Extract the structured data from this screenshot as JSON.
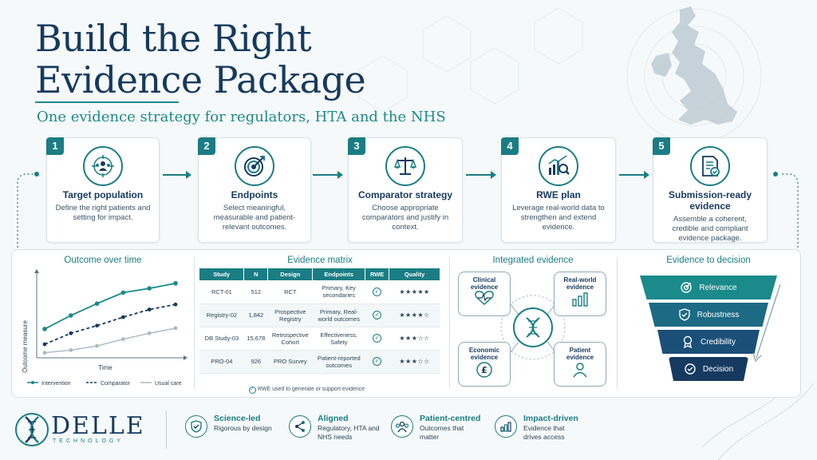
{
  "header": {
    "title_line1": "Build the Right",
    "title_line2": "Evidence Package",
    "subtitle": "One evidence strategy for regulators, HTA and the NHS"
  },
  "steps": [
    {
      "num": "1",
      "title": "Target population",
      "desc": "Define the right patients and setting for impact.",
      "icon": "target-people-icon"
    },
    {
      "num": "2",
      "title": "Endpoints",
      "desc": "Select meaningful, measurable and patient-relevant outcomes.",
      "icon": "target-arrow-icon"
    },
    {
      "num": "3",
      "title": "Comparator strategy",
      "desc": "Choose appropriate comparators and justify in context.",
      "icon": "scales-icon"
    },
    {
      "num": "4",
      "title": "RWE plan",
      "desc": "Leverage real-world data to strengthen and extend evidence.",
      "icon": "chart-magnifier-icon"
    },
    {
      "num": "5",
      "title": "Submission-ready evidence",
      "desc": "Assemble a coherent, credible and compliant evidence package.",
      "icon": "document-check-icon"
    }
  ],
  "outcome_chart": {
    "title": "Outcome over time",
    "ylabel": "Outcome measure",
    "xlabel": "Time",
    "legend": [
      "Intervention",
      "Comparator",
      "Usual care"
    ],
    "colors": [
      "#1a8a8a",
      "#163a5f",
      "#a8b9c4"
    ]
  },
  "chart_data": {
    "type": "line",
    "title": "Outcome over time",
    "xlabel": "Time",
    "ylabel": "Outcome measure",
    "x": [
      1,
      2,
      3,
      4,
      5,
      6
    ],
    "series": [
      {
        "name": "Intervention",
        "values": [
          0.34,
          0.5,
          0.64,
          0.77,
          0.82,
          0.88
        ]
      },
      {
        "name": "Comparator",
        "values": [
          0.16,
          0.29,
          0.38,
          0.48,
          0.57,
          0.63
        ]
      },
      {
        "name": "Usual care",
        "values": [
          0.06,
          0.09,
          0.14,
          0.22,
          0.29,
          0.35
        ]
      }
    ],
    "ylim": [
      0,
      1
    ]
  },
  "matrix": {
    "title": "Evidence matrix",
    "headers": [
      "Study",
      "N",
      "Design",
      "Endpoints",
      "RWE",
      "Quality"
    ],
    "rows": [
      {
        "study": "RCT-01",
        "n": "512",
        "design": "RCT",
        "endpoints": "Primary, Key secondaries",
        "stars": "★★★★★"
      },
      {
        "study": "Registry-02",
        "n": "1,842",
        "design": "Prospective Registry",
        "endpoints": "Primary, Real-world outcomes",
        "stars": "★★★★☆"
      },
      {
        "study": "DB Study-03",
        "n": "15,678",
        "design": "Retrospective Cohort",
        "endpoints": "Effectiveness, Safety",
        "stars": "★★★☆☆"
      },
      {
        "study": "PRO-04",
        "n": "926",
        "design": "PRO Survey",
        "endpoints": "Patient-reported outcomes",
        "stars": "★★★☆☆"
      }
    ],
    "note": "RWE used to generate or support evidence"
  },
  "integrated": {
    "title": "Integrated evidence",
    "boxes": [
      "Clinical evidence",
      "Real-world evidence",
      "Economic evidence",
      "Patient evidence"
    ]
  },
  "funnel": {
    "title": "Evidence to decision",
    "levels": [
      "Relevance",
      "Robustness",
      "Credibility",
      "Decision"
    ],
    "colors": [
      "#1a8a8a",
      "#1c6a84",
      "#1a4f78",
      "#163a5f"
    ]
  },
  "footer": {
    "logo": "DELLE",
    "logo_sub": "TECHNOLOGY",
    "pillars": [
      {
        "title": "Science-led",
        "desc": "Rigorous by design"
      },
      {
        "title": "Aligned",
        "desc": "Regulatory, HTA and NHS needs"
      },
      {
        "title": "Patient-centred",
        "desc": "Outcomes that matter"
      },
      {
        "title": "Impact-driven",
        "desc": "Evidence that drives access"
      }
    ]
  }
}
